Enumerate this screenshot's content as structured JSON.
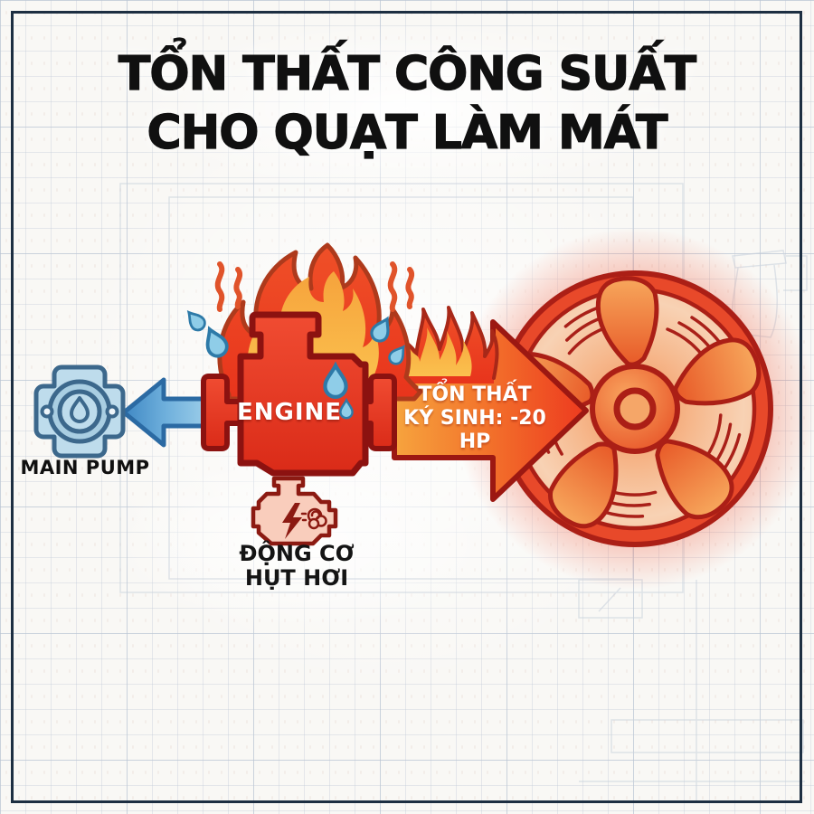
{
  "title": {
    "line1": "TỔN THẤT CÔNG SUẤT",
    "line2": "CHO QUẠT LÀM MÁT"
  },
  "flow": {
    "pump_label": "MAIN PUMP",
    "engine_label": "ENGINE",
    "loss_line1": "TỔN THẤT",
    "loss_line2": "KÝ SINH: -20 HP",
    "caption_line1": "ĐỘNG CƠ",
    "caption_line2": "HỤT HƠI"
  },
  "icons": {
    "main-pump-icon": "cross-shaped coolant pump with dial center and side bolts",
    "coolant-flow-arrow-icon": "blue arrow pointing left from engine to pump",
    "engine-block-icon": "red engine block on fire",
    "flame-icon": "large orange flame over engine",
    "heat-wave-icon": "wavy heat squiggles beside flame",
    "sweat-drop-icon": "blue sweat droplets",
    "parasitic-loss-arrow-icon": "flaming red-orange arrow pointing right to fan",
    "cooling-fan-icon": "glowing red 5-blade cooling fan with motion arcs",
    "weak-engine-icon": "pale engine with lightning bolt and exhaust puff",
    "blueprint-sketch": "faint technical drawing outlines on grid paper"
  },
  "colors": {
    "frame_navy": "#1d2f42",
    "title_black": "#101010",
    "engine_red": "#e73e28",
    "outline_dark_red": "#8c1210",
    "flame_orange": "#f6a33c",
    "flame_red": "#ef5530",
    "arrow_blue": "#5b9fd4",
    "pump_blue": "#bedcec",
    "pump_outline": "#3c688c",
    "fan_red": "#d93723",
    "fan_outline": "#ab1f16",
    "loss_text_white": "#ffffff"
  }
}
